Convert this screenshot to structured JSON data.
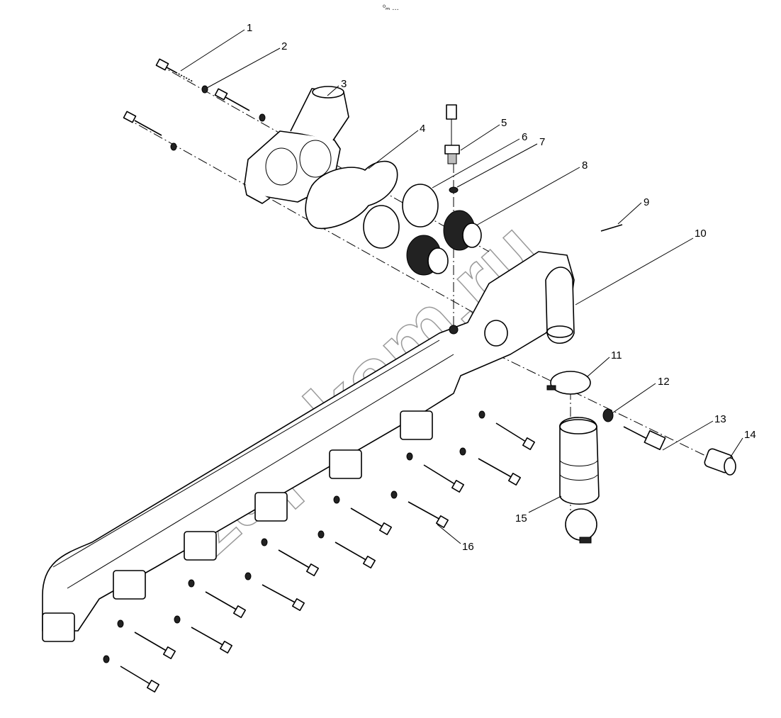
{
  "header_mark": "⁰ₘ …",
  "watermark": "zap-kam.ru",
  "callouts": [
    "1",
    "2",
    "3",
    "4",
    "5",
    "6",
    "7",
    "8",
    "9",
    "10",
    "11",
    "12",
    "13",
    "14",
    "15",
    "16"
  ]
}
